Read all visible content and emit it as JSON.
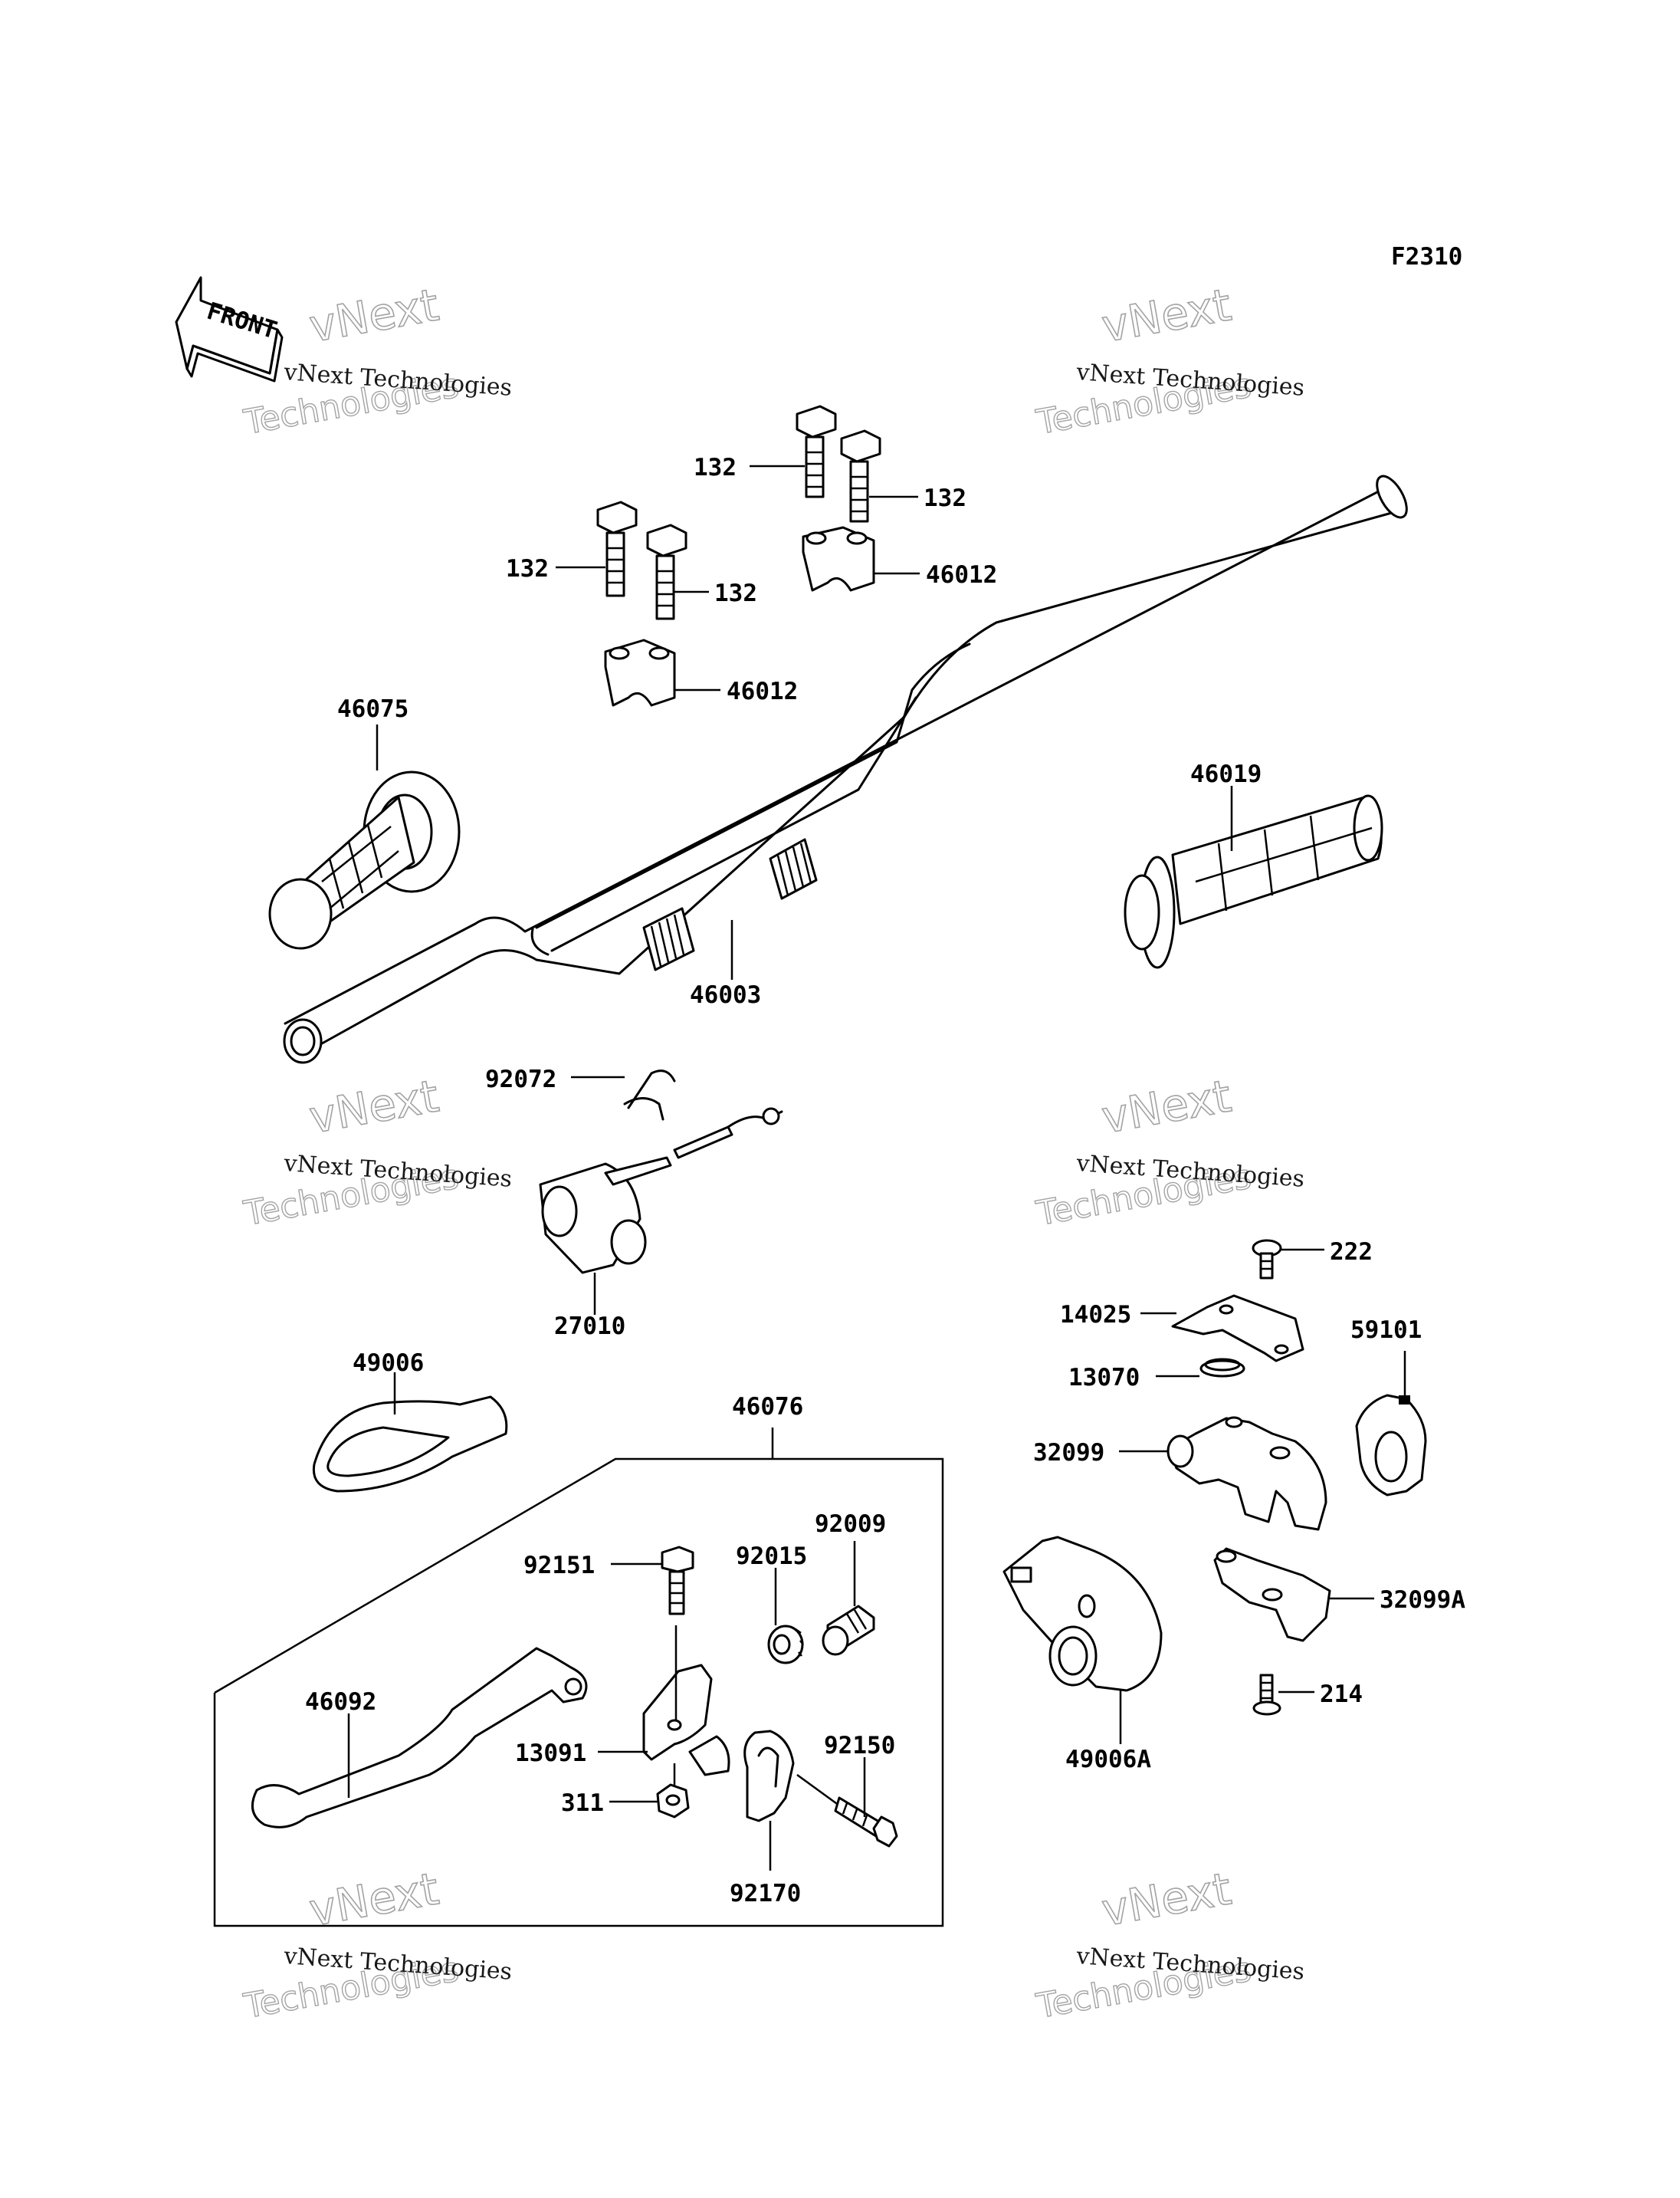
{
  "figure_code": "F2310",
  "front_label": "FRONT",
  "watermark": {
    "line1": "vNext Technologies",
    "line2": "vNext",
    "line3": "Technologies"
  },
  "parts": {
    "p132a": "132",
    "p132b": "132",
    "p132c": "132",
    "p132d": "132",
    "p46012a": "46012",
    "p46012b": "46012",
    "p46075": "46075",
    "p46003": "46003",
    "p46019": "46019",
    "p92072": "92072",
    "p27010": "27010",
    "p49006": "49006",
    "p46076": "46076",
    "p92151": "92151",
    "p92015": "92015",
    "p92009": "92009",
    "p46092": "46092",
    "p13091": "13091",
    "p92150": "92150",
    "p311": "311",
    "p92170": "92170",
    "p222": "222",
    "p14025": "14025",
    "p13070": "13070",
    "p59101": "59101",
    "p32099": "32099",
    "p32099A": "32099A",
    "p214": "214",
    "p49006A": "49006A"
  }
}
